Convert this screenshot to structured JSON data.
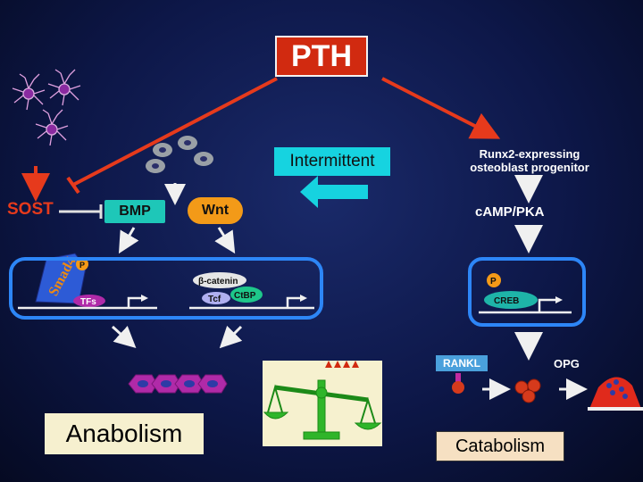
{
  "header": {
    "pth_label": "PTH",
    "intermittent_label": "Intermittent"
  },
  "left_pathway": {
    "sost_label": "SOST",
    "bmp_label": "BMP",
    "wnt_label": "Wnt",
    "smad_label": "Smad4",
    "p_label": "P",
    "tfs_label": "TFs",
    "beta_catenin_label": "β-catenin",
    "tcf_label": "Tcf",
    "ctbp_label": "CtBP",
    "outcome_label": "Anabolism"
  },
  "right_pathway": {
    "progenitor_label": "Runx2-expressing osteoblast progenitor",
    "camp_label": "cAMP/PKA",
    "p_label": "P",
    "creb_label": "CREB",
    "rankl_label": "RANKL",
    "opg_label": "OPG",
    "outcome_label": "Catabolism"
  },
  "colors": {
    "background": "#0d1748",
    "pth_red": "#d12a10",
    "arrow_red": "#e63a1c",
    "panel_blue": "#2d86f7",
    "cyan": "#16d3e0",
    "teal": "#1ec7b8",
    "orange": "#f39a18",
    "scale_green": "#2fb52a",
    "cell_purple": "#b02aa8"
  }
}
